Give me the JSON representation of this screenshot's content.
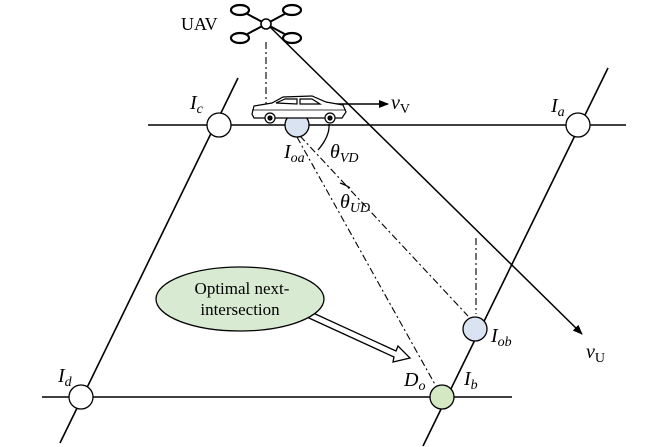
{
  "labels": {
    "uav": "UAV",
    "vehicle_velocity": {
      "main": "v",
      "sub": "V"
    },
    "uav_velocity": {
      "main": "v",
      "sub": "U"
    },
    "intersection_c": {
      "main": "I",
      "sub": "c"
    },
    "intersection_a": {
      "main": "I",
      "sub": "a"
    },
    "intersection_b": {
      "main": "I",
      "sub": "b"
    },
    "intersection_d": {
      "main": "I",
      "sub": "d"
    },
    "intersection_oa": {
      "main": "I",
      "sub": "oa"
    },
    "intersection_ob": {
      "main": "I",
      "sub": "ob"
    },
    "destination": {
      "main": "D",
      "sub": "o"
    },
    "angle_vd": {
      "main": "θ",
      "sub": "VD"
    },
    "angle_ud": {
      "main": "θ",
      "sub": "UD"
    }
  },
  "callout": {
    "line1": "Optimal next-",
    "line2": "intersection"
  },
  "colors": {
    "highlight_blue": "#d9e3f2",
    "highlight_green": "#d5e8c4",
    "callout_fill": "#d9ead3",
    "line": "#000000"
  },
  "icons": [
    "uav-drone-icon",
    "car-icon"
  ]
}
